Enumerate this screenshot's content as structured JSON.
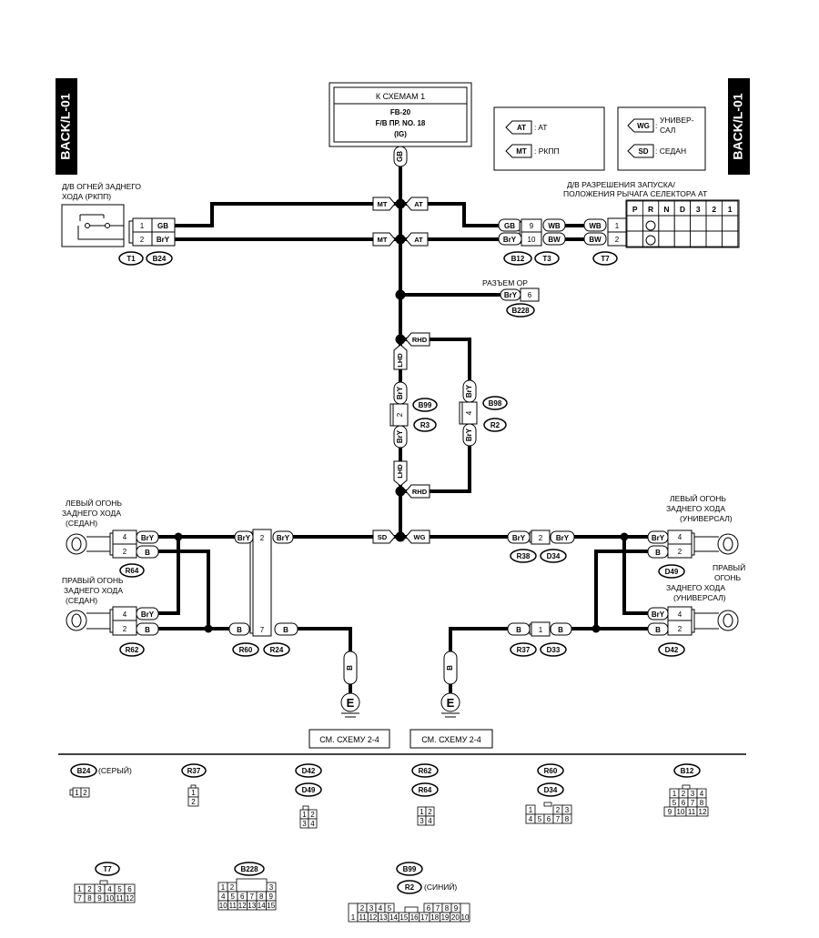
{
  "side_label_left": "BACK/L-01",
  "side_label_right": "BACK/L-01",
  "top_box": {
    "line1": "К СХЕМАМ 1",
    "line2": "FB-20",
    "line3": "F/B  ПР.  NO. 18",
    "line4": "(IG)"
  },
  "wire_gb_top": "GB",
  "legend_left": {
    "item1_tag": "AT",
    "item1_label": ": AT",
    "item2_tag": "MT",
    "item2_label": ": РКПП"
  },
  "legend_right": {
    "item1_tag": "WG",
    "item1_label_line1": "УНИВЕР-",
    "item1_label_line2": "САЛ",
    "item2_tag": "SD",
    "item2_label": ": СЕДАН"
  },
  "switch_left": {
    "title_line1": "Д/В ОГНЕЙ ЗАДНЕГО",
    "title_line2": "ХОДА (РКПП)",
    "pin1": "1",
    "pin1_wire": "GB",
    "pin2": "2",
    "pin2_wire": "BrY",
    "conn1": "T1",
    "conn2": "B24"
  },
  "junction_tags": {
    "mt": "MT",
    "at": "AT",
    "rhd": "RHD",
    "lhd": "LHD",
    "sd": "SD",
    "wg": "WG"
  },
  "conn_b12": {
    "w1a": "GB",
    "p1": "9",
    "w1b": "WB",
    "w2a": "BrY",
    "p2": "10",
    "w2b": "BW",
    "conn1": "B12",
    "conn2": "T3"
  },
  "inhibitor": {
    "title_line1": "Д/В РАЗРЕШЕНИЯ ЗАПУСКА/",
    "title_line2": "ПОЛОЖЕНИЯ РЫЧАГА СЕЛЕКТОРА AT",
    "w1": "WB",
    "p1": "1",
    "w2": "BW",
    "p2": "2",
    "positions": [
      "P",
      "R",
      "N",
      "D",
      "3",
      "2",
      "1"
    ],
    "conn": "T7"
  },
  "op_connector": {
    "title": "РАЗЪЕМ ОР",
    "wire": "BrY",
    "pin": "6",
    "conn": "B228"
  },
  "vert_left": {
    "w_top": "BrY",
    "pin": "2",
    "w_bot": "BrY",
    "conn1": "B99",
    "conn2": "R3"
  },
  "vert_right": {
    "w_top": "BrY",
    "pin": "4",
    "w_bot": "BrY",
    "conn1": "B98",
    "conn2": "R2"
  },
  "left_top_lamp": {
    "title_line1": "ЛЕВЫЙ ОГОНЬ",
    "title_line2": "ЗАДНЕГО ХОДА",
    "title_line3": "(СЕДАН)",
    "pin4": "4",
    "w4": "BrY",
    "pin2": "2",
    "w2": "B",
    "conn": "R64"
  },
  "left_bot_lamp": {
    "title_line1": "ПРАВЫЙ ОГОНЬ",
    "title_line2": "ЗАДНЕГО ХОДА",
    "title_line3": "(СЕДАН)",
    "pin4": "4",
    "w4": "BrY",
    "pin2": "2",
    "w2": "B",
    "conn": "R62"
  },
  "right_top_lamp": {
    "title_line1": "ЛЕВЫЙ ОГОНЬ",
    "title_line2": "ЗАДНЕГО ХОДА",
    "title_line3": "(УНИВЕРСАЛ)",
    "pin4": "4",
    "w4": "BrY",
    "pin2": "2",
    "w2": "B",
    "conn": "D49"
  },
  "right_bot_lamp": {
    "title_line1": "ПРАВЫЙ",
    "title_line2": "ОГОНЬ",
    "title_line3": "ЗАДНЕГО ХОДА",
    "title_line4": "(УНИВЕРСАЛ)",
    "pin4": "4",
    "w4": "BrY",
    "pin2": "2",
    "w2": "B",
    "conn": "D42"
  },
  "mid_r60": {
    "top_w1": "BrY",
    "top_pin": "2",
    "top_w2": "BrY",
    "bot_w1": "B",
    "bot_pin": "7",
    "bot_w2": "B",
    "conn1": "R60",
    "conn2": "R24"
  },
  "right_r38": {
    "w1": "BrY",
    "pin": "2",
    "w2": "BrY",
    "conn1": "R38",
    "conn2": "D34"
  },
  "right_r37": {
    "w1": "B",
    "pin": "1",
    "w2": "B",
    "conn1": "R37",
    "conn2": "D33"
  },
  "ground_left": {
    "wire": "B",
    "symbol": "E",
    "ref": "СМ. СХЕМУ 2-4"
  },
  "ground_right": {
    "wire": "B",
    "symbol": "E",
    "ref": "СМ. СХЕМУ 2-4"
  },
  "bottom_connectors": {
    "b24": {
      "name": "B24",
      "note": "(СЕРЫЙ)",
      "pins": [
        "1",
        "2"
      ]
    },
    "r37": {
      "name": "R37",
      "pins": [
        "1",
        "2"
      ]
    },
    "d42_d49": {
      "name1": "D42",
      "name2": "D49",
      "pins": [
        "1",
        "2",
        "3",
        "4"
      ]
    },
    "r62_r64": {
      "name1": "R62",
      "name2": "R64",
      "pins": [
        "1",
        "2",
        "3",
        "4"
      ]
    },
    "r60_d34": {
      "name1": "R60",
      "name2": "D34",
      "pins": [
        "1",
        "2",
        "3",
        "4",
        "5",
        "6",
        "7",
        "8"
      ]
    },
    "b12": {
      "name": "B12",
      "pins": [
        "1",
        "2",
        "3",
        "4",
        "5",
        "6",
        "7",
        "8",
        "9",
        "10",
        "11",
        "12"
      ]
    },
    "t7": {
      "name": "T7",
      "pins": [
        "1",
        "2",
        "3",
        "4",
        "5",
        "6",
        "7",
        "8",
        "9",
        "10",
        "11",
        "12"
      ]
    },
    "b228": {
      "name": "B228",
      "pins": [
        "1",
        "2",
        "3",
        "4",
        "5",
        "6",
        "7",
        "8",
        "9",
        "10",
        "11",
        "12",
        "13",
        "14",
        "15"
      ]
    },
    "b99_r2": {
      "name1": "B99",
      "name2": "R2",
      "note": "(СИНИЙ)",
      "pins": [
        "1",
        "2",
        "3",
        "4",
        "5",
        "6",
        "7",
        "8",
        "9",
        "10",
        "11",
        "12",
        "13",
        "14",
        "15",
        "16",
        "17",
        "18",
        "19",
        "20"
      ]
    }
  }
}
